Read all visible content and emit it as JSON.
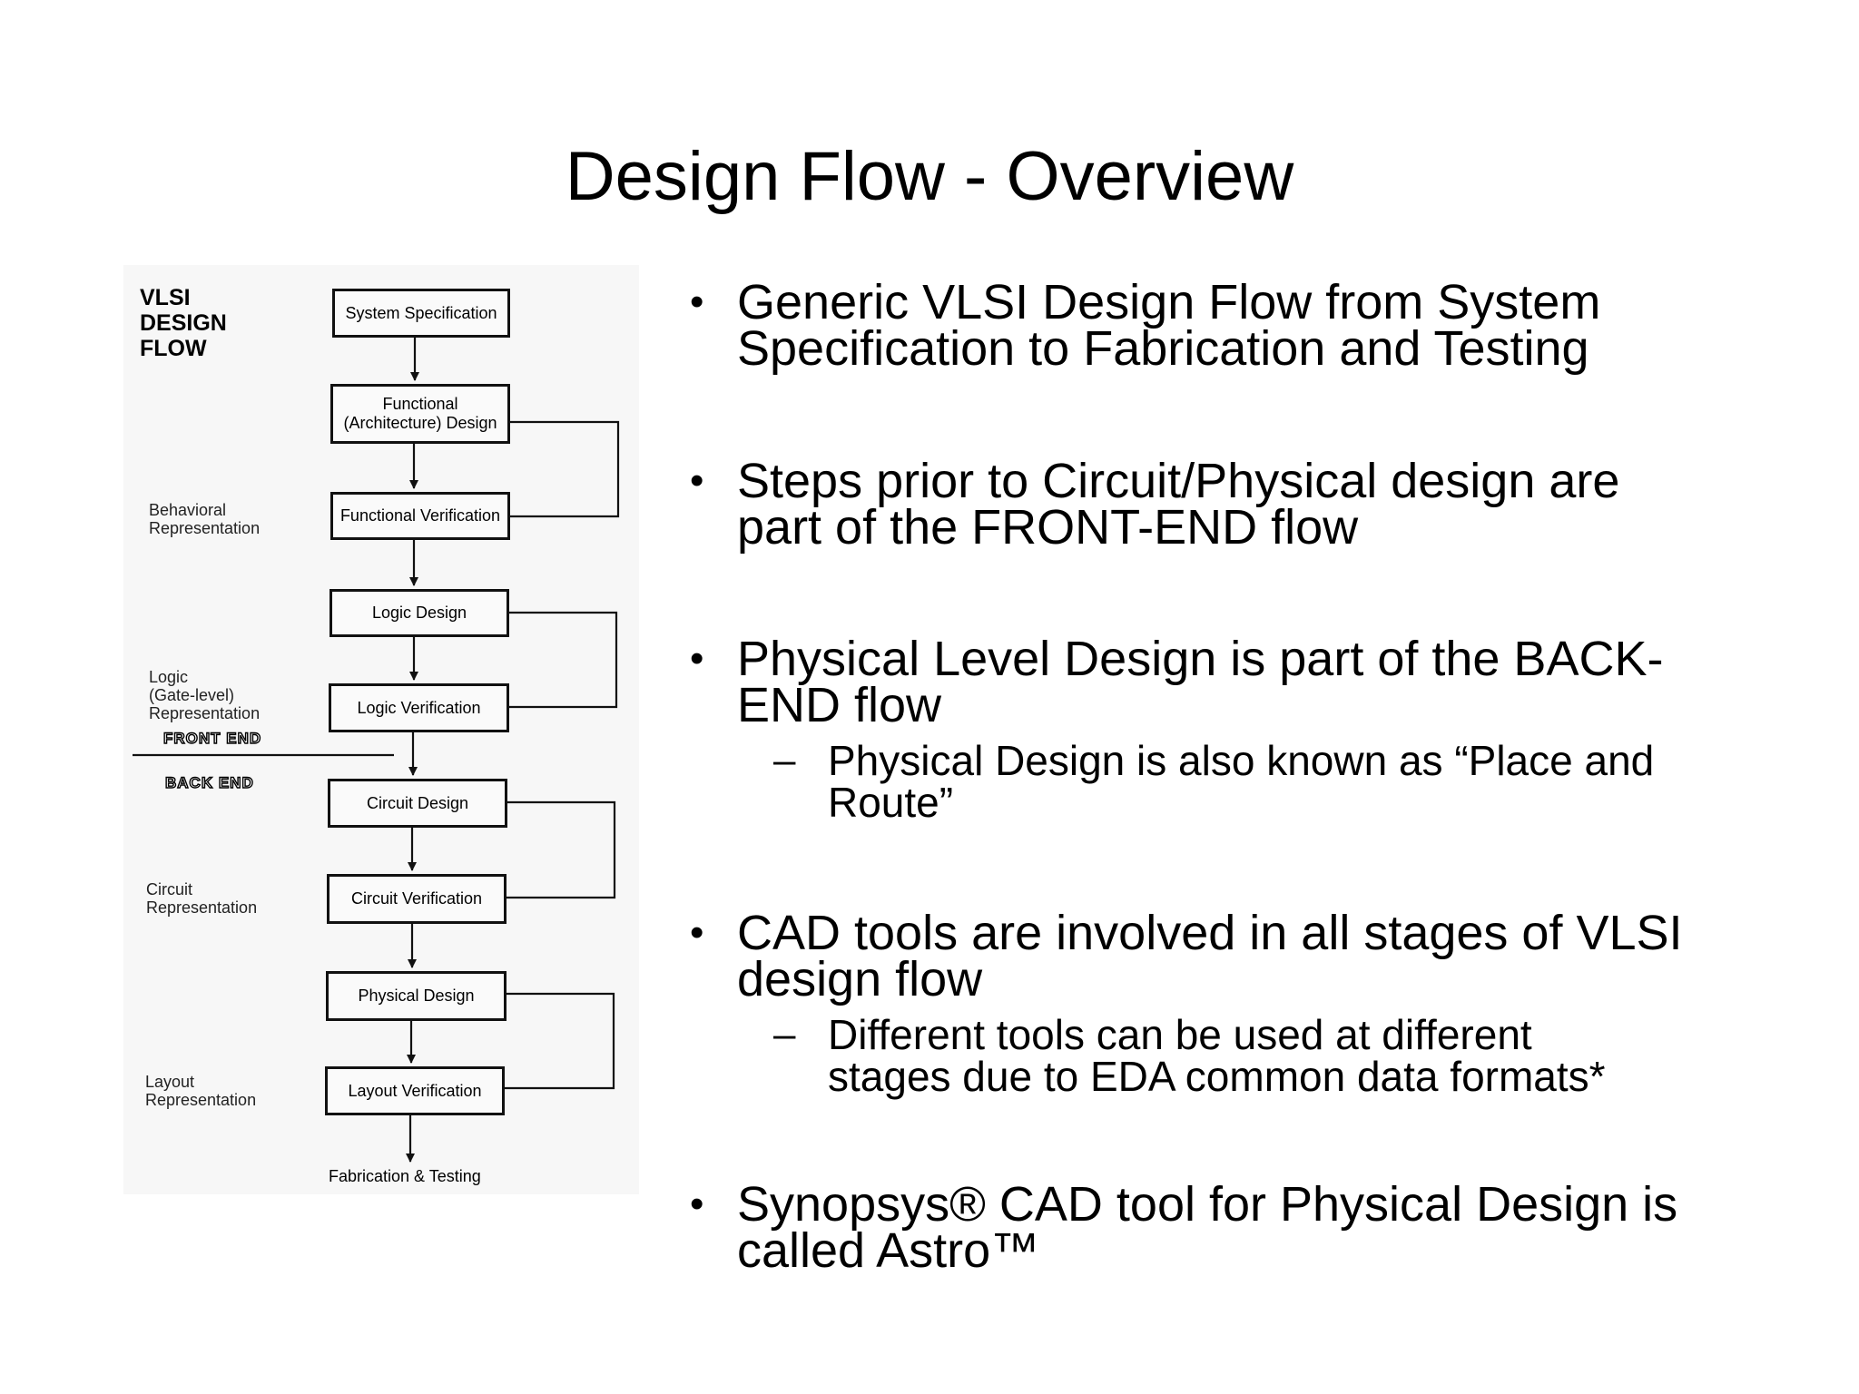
{
  "slide": {
    "title": "Design Flow - Overview"
  },
  "figure": {
    "title_lines": [
      "VLSI",
      "DESIGN",
      "FLOW"
    ],
    "boxes": [
      {
        "lines": [
          "System Specification"
        ]
      },
      {
        "lines": [
          "Functional",
          "(Architecture) Design"
        ]
      },
      {
        "lines": [
          "Functional Verification"
        ]
      },
      {
        "lines": [
          "Logic Design"
        ]
      },
      {
        "lines": [
          "Logic Verification"
        ]
      },
      {
        "lines": [
          "Circuit Design"
        ]
      },
      {
        "lines": [
          "Circuit Verification"
        ]
      },
      {
        "lines": [
          "Physical Design"
        ]
      },
      {
        "lines": [
          "Layout Verification"
        ]
      }
    ],
    "representations": [
      {
        "lines": [
          "Behavioral",
          "Representation"
        ]
      },
      {
        "lines": [
          "Logic",
          "(Gate-level)",
          "Representation"
        ]
      },
      {
        "lines": [
          "Circuit",
          "Representation"
        ]
      },
      {
        "lines": [
          "Layout",
          "Representation"
        ]
      }
    ],
    "front_end_label": "FRONT END",
    "back_end_label": "BACK END",
    "final_step": "Fabrication & Testing"
  },
  "bullets": [
    {
      "lines": [
        "Generic VLSI Design Flow from System",
        "Specification to Fabrication and Testing"
      ],
      "subs": []
    },
    {
      "lines": [
        "Steps prior to Circuit/Physical design are",
        "part of the FRONT-END flow"
      ],
      "subs": []
    },
    {
      "lines": [
        "Physical Level Design is part of the BACK-",
        "END flow"
      ],
      "subs": [
        {
          "lines": [
            "Physical Design is also known as “Place and",
            "Route”"
          ]
        }
      ]
    },
    {
      "lines": [
        "CAD tools are involved in all stages of VLSI",
        "design flow"
      ],
      "subs": [
        {
          "lines": [
            "Different tools can be used at different",
            "stages due to EDA common data formats*"
          ]
        }
      ]
    },
    {
      "lines": [
        "Synopsys® CAD tool for Physical Design is",
        "called Astro™"
      ],
      "subs": []
    }
  ],
  "icons": {
    "bullet": "•",
    "dash": "–"
  }
}
